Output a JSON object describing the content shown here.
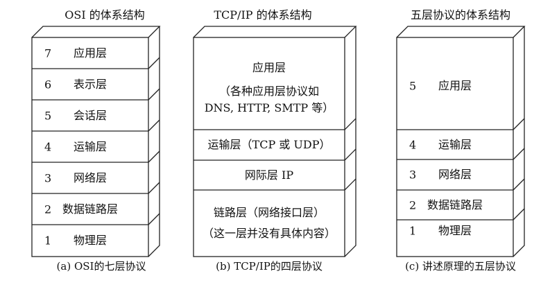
{
  "diagram": {
    "osi": {
      "title": "OSI 的体系结构",
      "caption": "(a) OSI的七层协议",
      "layers": [
        {
          "num": "7",
          "name": "应用层"
        },
        {
          "num": "6",
          "name": "表示层"
        },
        {
          "num": "5",
          "name": "会话层"
        },
        {
          "num": "4",
          "name": "运输层"
        },
        {
          "num": "3",
          "name": "网络层"
        },
        {
          "num": "2",
          "name": "数据链路层"
        },
        {
          "num": "1",
          "name": "物理层"
        }
      ]
    },
    "tcpip": {
      "title": "TCP/IP 的体系结构",
      "caption": "(b) TCP/IP的四层协议",
      "layers": [
        {
          "lines": [
            "应用层",
            "（各种应用层协议如",
            "DNS, HTTP, SMTP 等）"
          ]
        },
        {
          "lines": [
            "运输层（TCP 或 UDP）"
          ]
        },
        {
          "lines": [
            "网际层 IP"
          ]
        },
        {
          "lines": [
            "链路层（网络接口层）",
            "（这一层并没有具体内容）"
          ]
        }
      ]
    },
    "five": {
      "title": "五层协议的体系结构",
      "caption": "(c) 讲述原理的五层协议",
      "layers": [
        {
          "num": "5",
          "name": "应用层"
        },
        {
          "num": "4",
          "name": "运输层"
        },
        {
          "num": "3",
          "name": "网络层"
        },
        {
          "num": "2",
          "name": "数据链路层"
        },
        {
          "num": "1",
          "name": "物理层"
        }
      ]
    }
  }
}
